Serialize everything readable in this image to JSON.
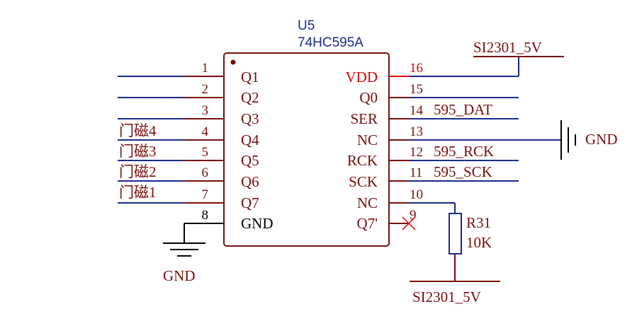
{
  "component": {
    "designator": "U5",
    "part": "74HC595A"
  },
  "left_pins": [
    {
      "num": "1",
      "name": "Q1",
      "net": ""
    },
    {
      "num": "2",
      "name": "Q2",
      "net": ""
    },
    {
      "num": "3",
      "name": "Q3",
      "net": ""
    },
    {
      "num": "4",
      "name": "Q4",
      "net": "门磁4"
    },
    {
      "num": "5",
      "name": "Q5",
      "net": "门磁3"
    },
    {
      "num": "6",
      "name": "Q6",
      "net": "门磁2"
    },
    {
      "num": "7",
      "name": "Q7",
      "net": "门磁1"
    },
    {
      "num": "8",
      "name": "GND",
      "net": ""
    }
  ],
  "right_pins": [
    {
      "num": "16",
      "name": "VDD",
      "net": ""
    },
    {
      "num": "15",
      "name": "Q0",
      "net": ""
    },
    {
      "num": "14",
      "name": "SER",
      "net": "595_DAT"
    },
    {
      "num": "13",
      "name": "NC",
      "net": ""
    },
    {
      "num": "12",
      "name": "RCK",
      "net": "595_RCK"
    },
    {
      "num": "11",
      "name": "SCK",
      "net": "595_SCK"
    },
    {
      "num": "10",
      "name": "NC",
      "net": ""
    },
    {
      "num": "9",
      "name": "Q7'",
      "net": ""
    }
  ],
  "power_labels": {
    "vdd_top": "SI2301_5V",
    "resistor_bottom": "SI2301_5V",
    "gnd_left": "GND",
    "gnd_right": "GND"
  },
  "resistor": {
    "designator": "R31",
    "value": "10K"
  },
  "colors": {
    "wire": "#1a2a8a",
    "body": "#7a0d0d",
    "power_pin": "#e00000"
  }
}
